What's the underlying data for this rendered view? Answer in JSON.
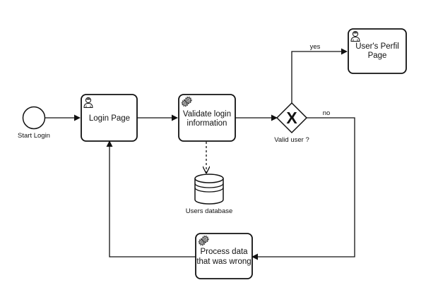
{
  "start_event": {
    "label": "Start Login"
  },
  "tasks": {
    "login_page": {
      "line1": "Login Page"
    },
    "validate": {
      "line1": "Validate login",
      "line2": "information"
    },
    "profile": {
      "line1": "User's Perfil",
      "line2": "Page"
    },
    "process": {
      "line1": "Process data",
      "line2": "that was wrong"
    }
  },
  "gateway": {
    "label": "Valid user ?",
    "symbol": "X"
  },
  "datastore": {
    "label": "Users database"
  },
  "flows": {
    "yes_label": "yes",
    "no_label": "no"
  },
  "icons": {
    "user_task": "user-icon",
    "service_task": "gear-icon"
  }
}
